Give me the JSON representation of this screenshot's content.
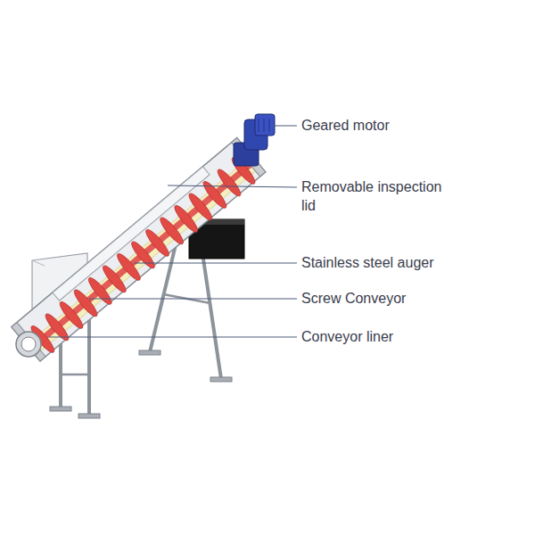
{
  "diagram": {
    "labels": [
      "Geared motor",
      "Removable inspection lid",
      "Stainless steel auger",
      "Screw Conveyor",
      "Conveyor liner"
    ]
  }
}
